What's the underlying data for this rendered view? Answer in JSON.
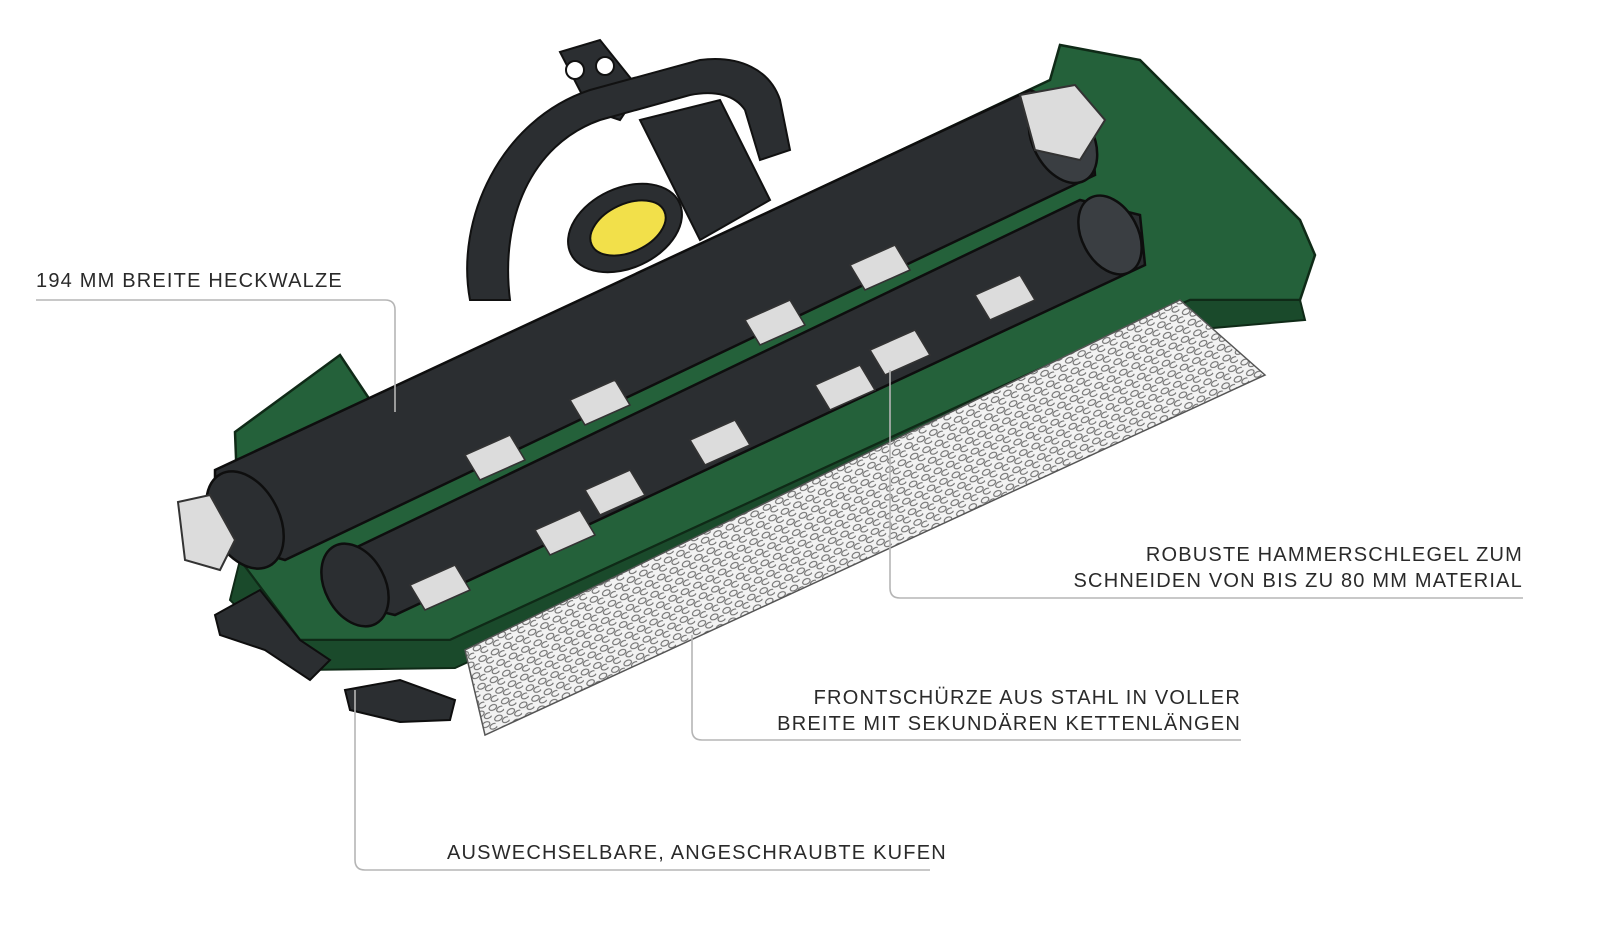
{
  "callouts": {
    "rear_roller": {
      "text": "194 MM BREITE HECKWALZE"
    },
    "hammer_flails": {
      "line1": "ROBUSTE HAMMERSCHLEGEL ZUM",
      "line2": "SCHNEIDEN VON BIS ZU 80 MM MATERIAL"
    },
    "front_apron": {
      "line1": "FRONTSCHÜRZE AUS STAHL IN VOLLER",
      "line2": "BREITE MIT SEKUNDÄREN KETTENLÄNGEN"
    },
    "skids": {
      "text": "AUSWECHSELBARE, ANGESCHRAUBTE KUFEN"
    }
  },
  "colors": {
    "body_green": "#24613a",
    "dark_green": "#1a4a2b",
    "roller_black": "#2b2e31",
    "metal_light": "#dcdcdc",
    "leader_line": "#b5b5b5",
    "label_text": "#2a2a2a",
    "accent_yellow": "#f2e04a"
  }
}
